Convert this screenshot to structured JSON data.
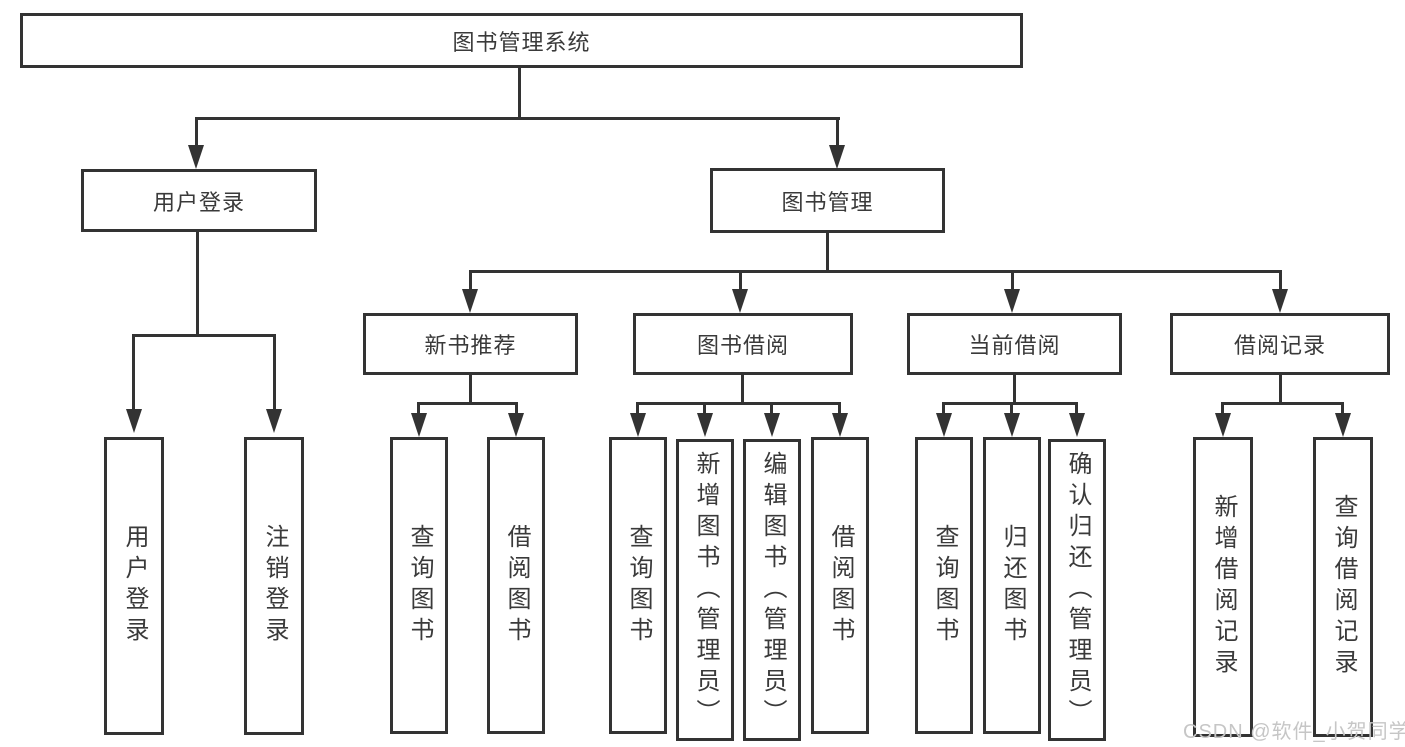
{
  "tree": {
    "root": {
      "label": "图书管理系统"
    },
    "user_login": {
      "label": "用户登录",
      "leaves": [
        {
          "label": "用户登录"
        },
        {
          "label": "注销登录"
        }
      ]
    },
    "book_mgmt": {
      "label": "图书管理",
      "sections": [
        {
          "label": "新书推荐",
          "leaves": [
            {
              "label": "查询图书"
            },
            {
              "label": "借阅图书"
            }
          ]
        },
        {
          "label": "图书借阅",
          "leaves": [
            {
              "label": "查询图书"
            },
            {
              "label": "新增图书（管理员）"
            },
            {
              "label": "编辑图书（管理员）"
            },
            {
              "label": "借阅图书"
            }
          ]
        },
        {
          "label": "当前借阅",
          "leaves": [
            {
              "label": "查询图书"
            },
            {
              "label": "归还图书"
            },
            {
              "label": "确认归还（管理员）"
            }
          ]
        },
        {
          "label": "借阅记录",
          "leaves": [
            {
              "label": "新增借阅记录"
            },
            {
              "label": "查询借阅记录"
            }
          ]
        }
      ]
    }
  },
  "watermark": {
    "text": "CSDN @软件_小贺同学"
  },
  "colors": {
    "line": "#333333",
    "box_border": "#333333",
    "box_fill": "#ffffff",
    "text": "#3a3a3a",
    "watermark": "#c6c6c6"
  }
}
